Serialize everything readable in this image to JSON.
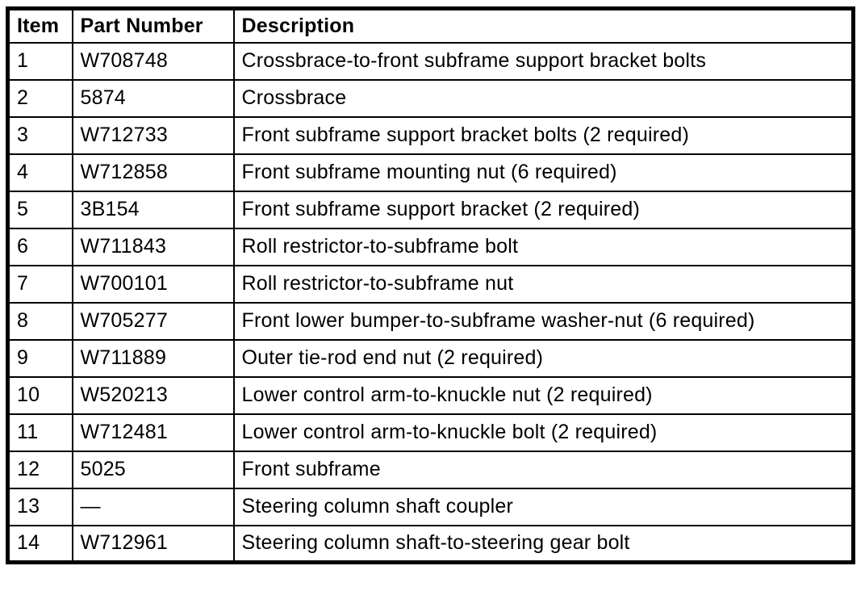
{
  "document": {
    "type": "parts-list-table",
    "colors": {
      "background": "#ffffff",
      "border": "#000000",
      "text": "#000000"
    },
    "table": {
      "headers": [
        "Item",
        "Part Number",
        "Description"
      ],
      "rows": [
        [
          "1",
          "W708748",
          "Crossbrace-to-front subframe support bracket bolts"
        ],
        [
          "2",
          "5874",
          "Crossbrace"
        ],
        [
          "3",
          "W712733",
          "Front subframe support bracket bolts (2 required)"
        ],
        [
          "4",
          "W712858",
          "Front subframe mounting nut (6 required)"
        ],
        [
          "5",
          "3B154",
          "Front subframe support bracket (2 required)"
        ],
        [
          "6",
          "W711843",
          "Roll restrictor-to-subframe bolt"
        ],
        [
          "7",
          "W700101",
          "Roll restrictor-to-subframe nut"
        ],
        [
          "8",
          "W705277",
          "Front lower bumper-to-subframe washer-nut (6 required)"
        ],
        [
          "9",
          "W711889",
          "Outer tie-rod end nut (2 required)"
        ],
        [
          "10",
          "W520213",
          "Lower control arm-to-knuckle nut (2 required)"
        ],
        [
          "11",
          "W712481",
          "Lower control arm-to-knuckle bolt (2 required)"
        ],
        [
          "12",
          "5025",
          "Front subframe"
        ],
        [
          "13",
          "—",
          "Steering column shaft coupler"
        ],
        [
          "14",
          "W712961",
          "Steering column shaft-to-steering gear bolt"
        ]
      ]
    }
  }
}
